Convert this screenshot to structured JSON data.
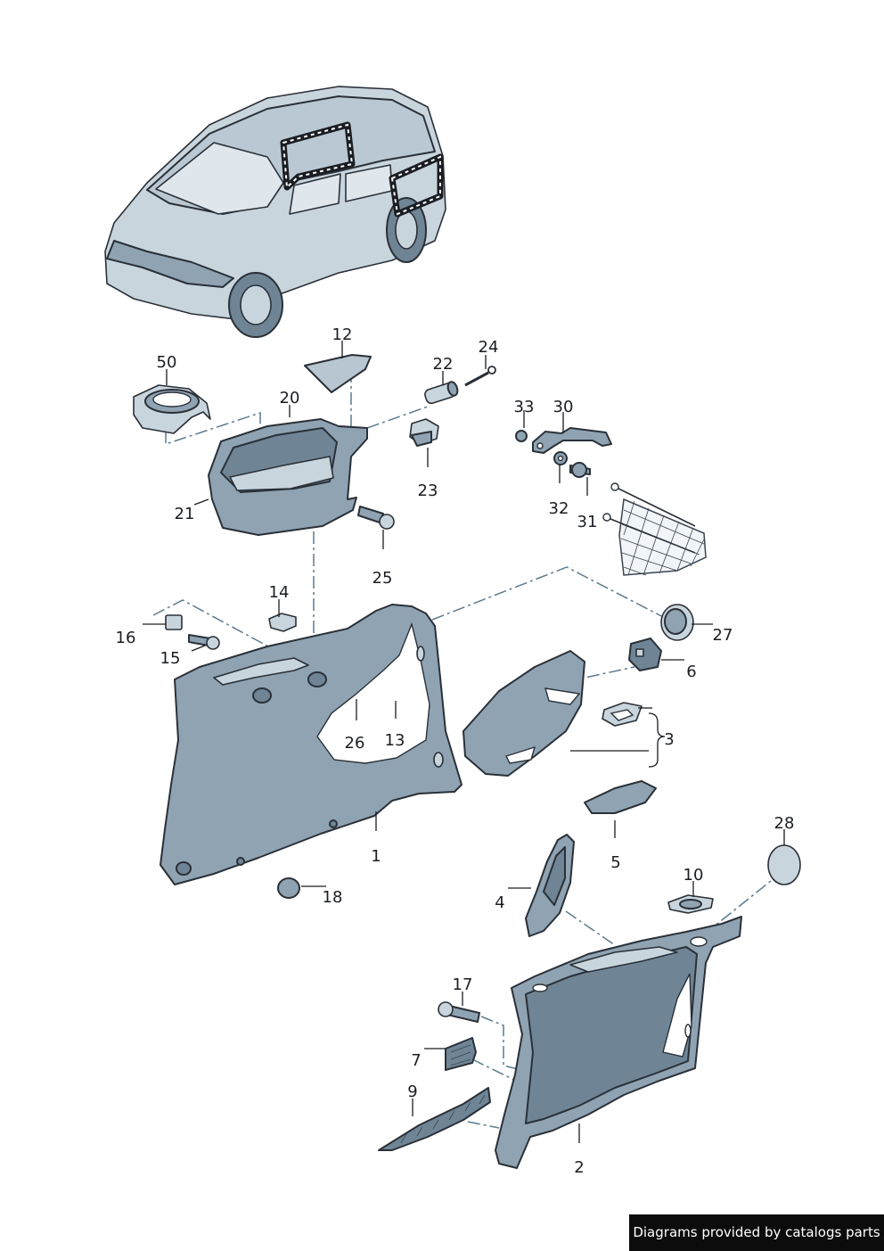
{
  "diagram": {
    "callouts": [
      "12",
      "24",
      "22",
      "50",
      "20",
      "33",
      "30",
      "21",
      "23",
      "32",
      "31",
      "25",
      "14",
      "16",
      "15",
      "27",
      "6",
      "26",
      "13",
      "3",
      "1",
      "5",
      "28",
      "18",
      "10",
      "4",
      "17",
      "7",
      "9",
      "2"
    ]
  },
  "footer": {
    "credit": "Diagrams provided by catalogs parts"
  },
  "colors": {
    "part_fill": "#8fa3b2",
    "part_outline": "#2a3038",
    "dash_line": "#5c7b8e",
    "credit_bg": "#0c0c0c"
  }
}
